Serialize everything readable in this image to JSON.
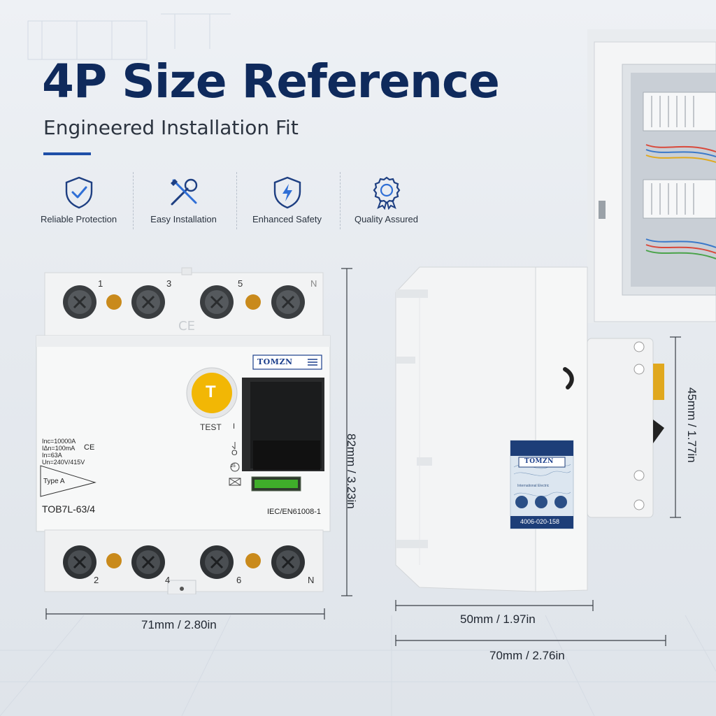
{
  "header": {
    "title": "4P Size Reference",
    "subtitle": "Engineered Installation Fit"
  },
  "features": [
    {
      "label": "Reliable Protection",
      "icon": "shield-check-icon"
    },
    {
      "label": "Easy Installation",
      "icon": "tools-icon"
    },
    {
      "label": "Enhanced Safety",
      "icon": "shield-bolt-icon"
    },
    {
      "label": "Quality Assured",
      "icon": "badge-ribbon-icon"
    }
  ],
  "front_breaker": {
    "brand": "TOMZN",
    "terminals_top": [
      "1",
      "3",
      "5",
      "N"
    ],
    "terminals_bottom": [
      "2",
      "4",
      "6",
      "N"
    ],
    "test_label": "TEST",
    "test_button_glyph": "T",
    "switch_marks": [
      "I",
      "O"
    ],
    "ratings": [
      "Inc=10000A",
      "IΔn=100mA",
      "In=63A",
      "Un=240V/415V"
    ],
    "ce_mark": "CE",
    "type": "Type A",
    "model": "TOB7L-63/4",
    "standard": "IEC/EN61008-1",
    "temp_mark": "25"
  },
  "side_breaker": {
    "brand": "TOMZN",
    "label_line": "International Electric",
    "phone": "4006-020-158"
  },
  "dimensions": {
    "front_height": "82mm / 3.23in",
    "front_width": "71mm / 2.80in",
    "side_depth_body": "50mm / 1.97in",
    "side_depth_total": "70mm / 2.76in",
    "side_rail_height": "45mm / 1.77in"
  },
  "colors": {
    "title": "#0f2a5c",
    "accent": "#1e4fa8",
    "test_button": "#f2b705",
    "indicator": "#c98a1c",
    "window": "#3fae2a"
  }
}
